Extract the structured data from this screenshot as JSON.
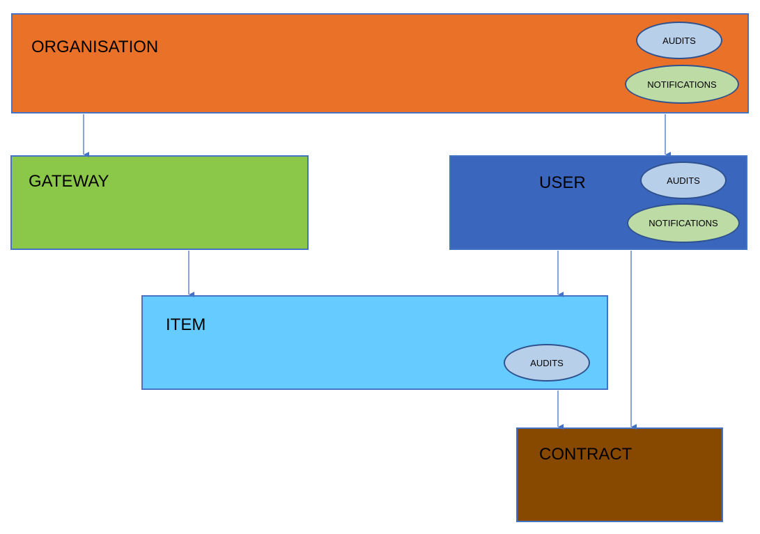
{
  "colors": {
    "organisation": "#ea7128",
    "gateway": "#8bc84a",
    "user": "#3a66bd",
    "item": "#66ccff",
    "contract": "#874800",
    "audits": "#b7cfe9",
    "notifications": "#bddba4",
    "connector": "#4472c4",
    "border": "#4472c4"
  },
  "organisation": {
    "label": "ORGANISATION",
    "audits": "AUDITS",
    "notifications": "NOTIFICATIONS"
  },
  "gateway": {
    "label": "GATEWAY"
  },
  "user": {
    "label": "USER",
    "audits": "AUDITS",
    "notifications": "NOTIFICATIONS"
  },
  "item": {
    "label": "ITEM",
    "audits": "AUDITS"
  },
  "contract": {
    "label": "CONTRACT"
  }
}
